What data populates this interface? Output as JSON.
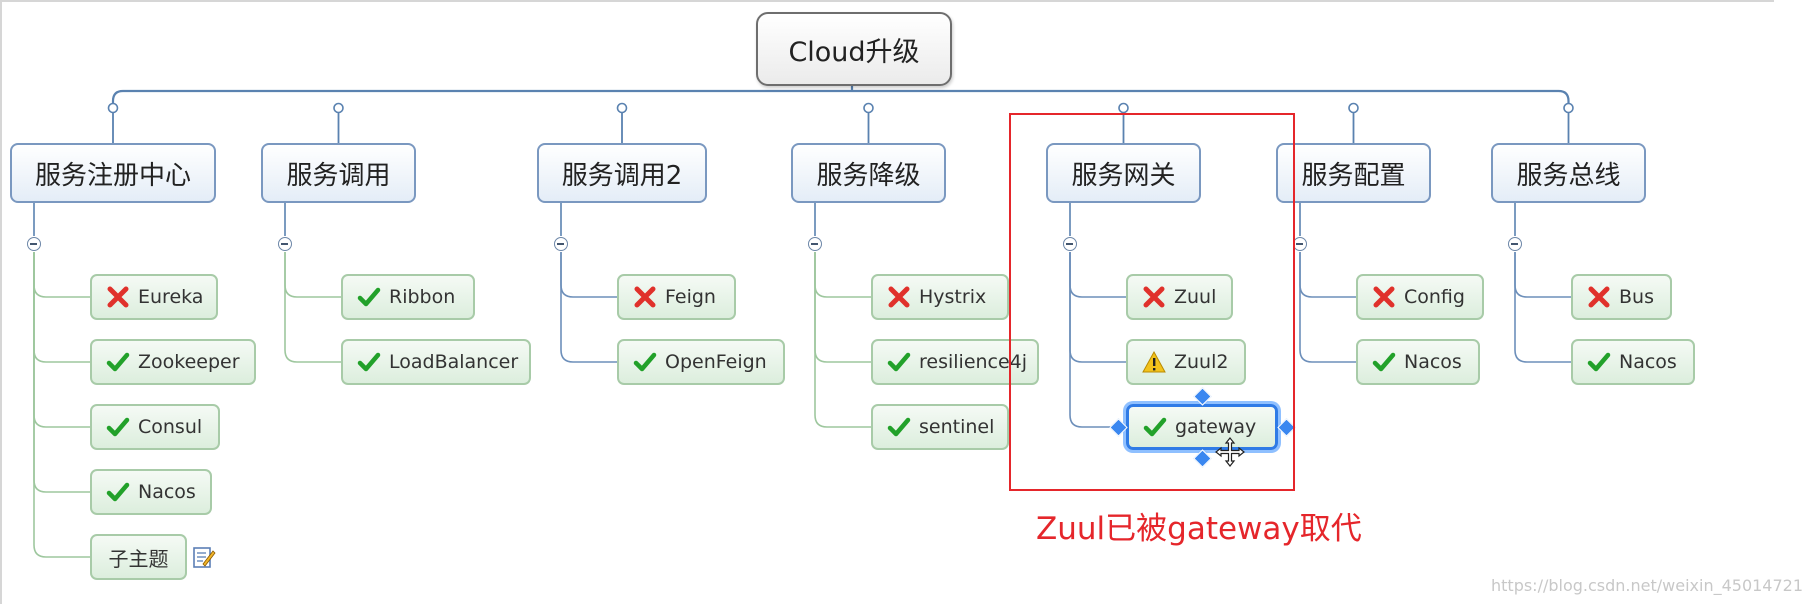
{
  "root": {
    "label": "Cloud升级"
  },
  "categories": [
    {
      "id": "registry",
      "label": "服务注册中心",
      "leaves": [
        {
          "label": "Eureka",
          "status": "cross"
        },
        {
          "label": "Zookeeper",
          "status": "check"
        },
        {
          "label": "Consul",
          "status": "check"
        },
        {
          "label": "Nacos",
          "status": "check"
        },
        {
          "label": "子主题",
          "status": "none"
        }
      ]
    },
    {
      "id": "invoke",
      "label": "服务调用",
      "leaves": [
        {
          "label": "Ribbon",
          "status": "check"
        },
        {
          "label": "LoadBalancer",
          "status": "check"
        }
      ]
    },
    {
      "id": "invoke2",
      "label": "服务调用2",
      "leaves": [
        {
          "label": "Feign",
          "status": "cross"
        },
        {
          "label": "OpenFeign",
          "status": "check"
        }
      ]
    },
    {
      "id": "degrade",
      "label": "服务降级",
      "leaves": [
        {
          "label": "Hystrix",
          "status": "cross"
        },
        {
          "label": "resilience4j",
          "status": "check"
        },
        {
          "label": "sentinel",
          "status": "check"
        }
      ]
    },
    {
      "id": "gateway",
      "label": "服务网关",
      "leaves": [
        {
          "label": "Zuul",
          "status": "cross"
        },
        {
          "label": "Zuul2",
          "status": "warning"
        },
        {
          "label": "gateway",
          "status": "check",
          "selected": true
        }
      ]
    },
    {
      "id": "config",
      "label": "服务配置",
      "leaves": [
        {
          "label": "Config",
          "status": "cross"
        },
        {
          "label": "Nacos",
          "status": "check"
        }
      ]
    },
    {
      "id": "bus",
      "label": "服务总线",
      "leaves": [
        {
          "label": "Bus",
          "status": "cross"
        },
        {
          "label": "Nacos",
          "status": "check"
        }
      ]
    }
  ],
  "annotation": "Zuul已被gateway取代",
  "watermark": "https://blog.csdn.net/weixin_45014721",
  "colors": {
    "connector": "#5a82b0",
    "leaf_connector_green": "#9ec79e",
    "leaf_connector_blue": "#6d8fba",
    "highlight": "#e5262b",
    "check": "#22a12a",
    "cross": "#e0312b",
    "warning": "#f2c21b",
    "selection": "#2f7be6"
  },
  "icons": {
    "check": "check-icon",
    "cross": "cross-icon",
    "warning": "warning-icon",
    "note": "note-edit-icon",
    "collapse": "collapse-minus-icon",
    "move": "move-cursor-icon"
  }
}
